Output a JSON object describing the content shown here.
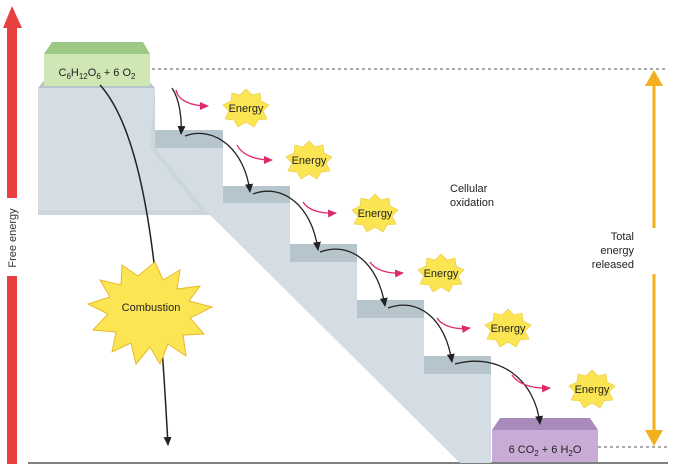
{
  "axis": {
    "y_label": "Free energy"
  },
  "reactants": {
    "parts": [
      "C",
      "6",
      "H",
      "12",
      "O",
      "6",
      " + 6 O",
      "2"
    ]
  },
  "products": {
    "parts": [
      "6 CO",
      "2",
      " + 6 H",
      "2",
      "O"
    ]
  },
  "combustion_label": "Combustion",
  "cellular_label": [
    "Cellular",
    "oxidation"
  ],
  "total_label": [
    "Total",
    "energy",
    "released"
  ],
  "energy_label": "Energy",
  "colors": {
    "axis_arrow": "#e8403f",
    "stairs_front": "#d3dde3",
    "stairs_top": "#b6c4cc",
    "stairs_side": "#c4d0d7",
    "reactant_box": "#cfe6b5",
    "reactant_top": "#9cc985",
    "product_box": "#c9acd6",
    "product_top": "#a98bbb",
    "sun": "#fbe552",
    "sun_edge": "#e8b92b",
    "energy_arrow": "#e02a6e",
    "total_arrow": "#f2b01e",
    "flow_arrow": "#222222"
  }
}
